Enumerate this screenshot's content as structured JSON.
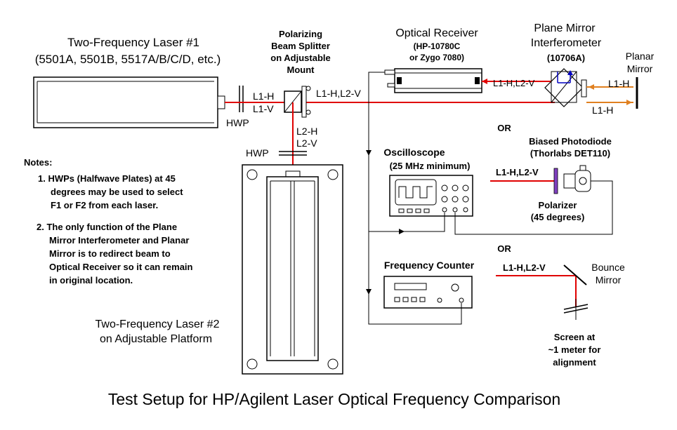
{
  "title": "Test Setup for HP/Agilent Laser Optical Frequency Comparison",
  "laser1": {
    "line1": "Two-Frequency Laser #1",
    "line2": "(5501A, 5501B, 5517A/B/C/D, etc.)"
  },
  "laser2": {
    "line1": "Two-Frequency Laser #2",
    "line2": "on Adjustable Platform"
  },
  "hwp1": "HWP",
  "hwp2": "HWP",
  "beam_labels": {
    "l1h": "L1-H",
    "l1v": "L1-V",
    "l2h": "L2-H",
    "l2v": "L2-V",
    "combined": "L1-H,L2-V",
    "receiver_in": "L1-H,L2-V",
    "planar_top": "L1-H",
    "planar_bottom": "L1-H",
    "photodiode_in": "L1-H,L2-V",
    "bounce_in": "L1-H,L2-V"
  },
  "splitter": {
    "line1": "Polarizing",
    "line2": "Beam Splitter",
    "line3": "on Adjustable",
    "line4": "Mount"
  },
  "receiver": {
    "line1": "Optical Receiver",
    "line2": "(HP-10780C",
    "line3": "or Zygo 7080)"
  },
  "interferometer": {
    "line1": "Plane Mirror",
    "line2": "Interferometer",
    "line3": "(10706A)"
  },
  "planar_mirror": {
    "line1": "Planar",
    "line2": "Mirror"
  },
  "or1": "OR",
  "or2": "OR",
  "photodiode": {
    "line1": "Biased Photodiode",
    "line2": "(Thorlabs DET110)"
  },
  "polarizer": {
    "line1": "Polarizer",
    "line2": "(45 degrees)"
  },
  "oscilloscope": {
    "line1": "Oscilloscope",
    "line2": "(25 MHz minimum)"
  },
  "counter": "Frequency Counter",
  "bounce_mirror": {
    "line1": "Bounce",
    "line2": "Mirror"
  },
  "screen": {
    "line1": "Screen at",
    "line2": "~1 meter for",
    "line3": "alignment"
  },
  "notes": {
    "heading": "Notes:",
    "n1": [
      "1. HWPs (Halfwave Plates) at 45",
      "degrees may be used to select",
      "F1 or F2 from each laser."
    ],
    "n2": [
      "2. The only function of the Plane",
      "Mirror Interferometer and Planar",
      "Mirror is to redirect beam to",
      "Optical Receiver so it can remain",
      "in original location."
    ]
  },
  "colors": {
    "beam": "#e00000",
    "return_beam": "#e08020",
    "polarizer": "#8040c0",
    "mirror_arrow": "#0000c0"
  }
}
